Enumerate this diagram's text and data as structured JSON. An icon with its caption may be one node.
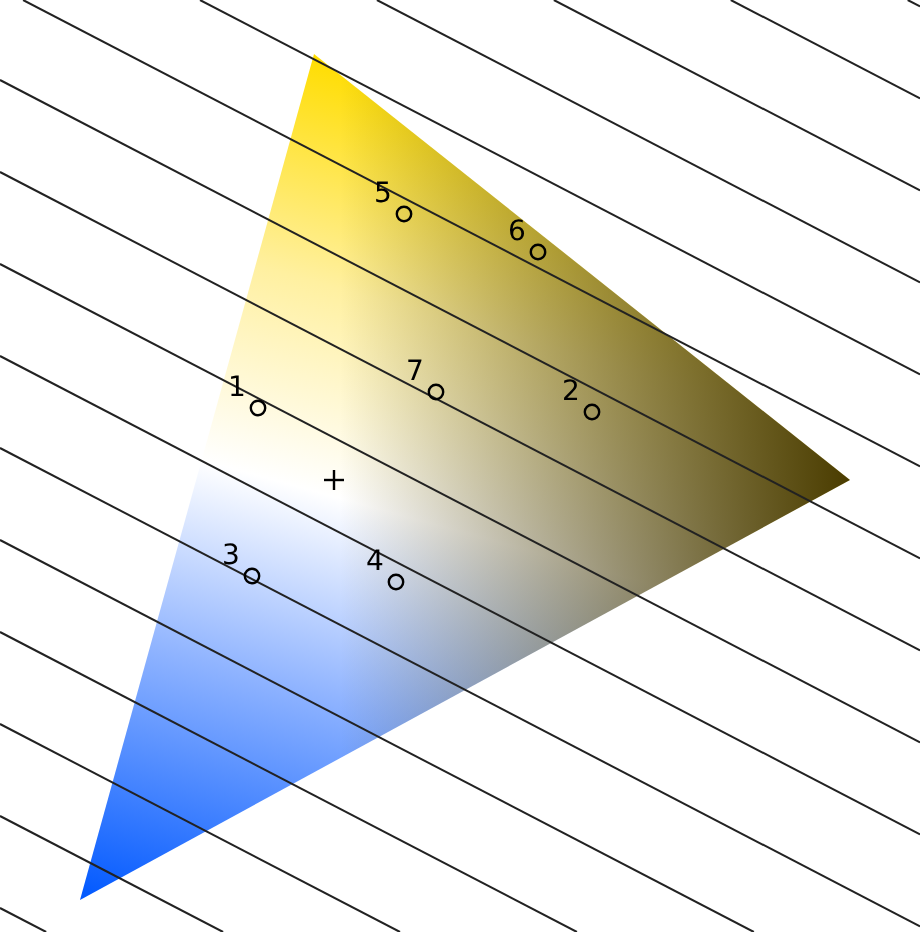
{
  "diagram": {
    "labels": [
      "5",
      "6",
      "1",
      "7",
      "2",
      "3",
      "4"
    ]
  }
}
